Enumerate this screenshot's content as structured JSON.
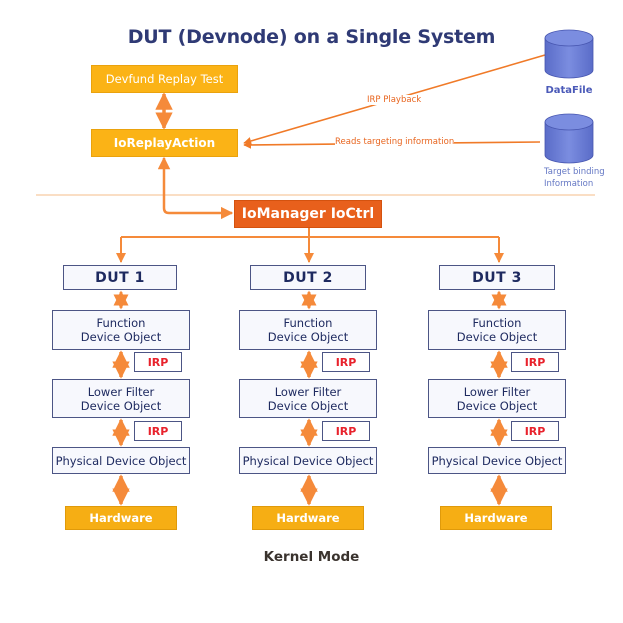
{
  "diagram": {
    "title": "DUT (Devnode) on a Single System",
    "user_mode": {
      "test_box": "Devfund Replay Test",
      "action_box": "IoReplayAction"
    },
    "data_sources": [
      {
        "name": "DataFile",
        "edge_label": "IRP Playback",
        "icon": "database-icon"
      },
      {
        "name": "Target binding\nInformation",
        "name_line1": "Target binding",
        "name_line2": "Information",
        "edge_label": "Reads targeting information",
        "icon": "database-icon"
      }
    ],
    "manager_box": "IoManager IoCtrl",
    "duts": [
      {
        "name": "DUT 1",
        "fdo_line1": "Function",
        "fdo_line2": "Device Object",
        "irp1": "IRP",
        "lf_line1": "Lower Filter",
        "lf_line2": "Device Object",
        "irp2": "IRP",
        "pdo": "Physical Device Object",
        "hardware": "Hardware"
      },
      {
        "name": "DUT 2",
        "fdo_line1": "Function",
        "fdo_line2": "Device Object",
        "irp1": "IRP",
        "lf_line1": "Lower Filter",
        "lf_line2": "Device Object",
        "irp2": "IRP",
        "pdo": "Physical Device Object",
        "hardware": "Hardware"
      },
      {
        "name": "DUT 3",
        "fdo_line1": "Function",
        "fdo_line2": "Device Object",
        "irp1": "IRP",
        "lf_line1": "Lower Filter",
        "lf_line2": "Device Object",
        "irp2": "IRP",
        "pdo": "Physical Device Object",
        "hardware": "Hardware"
      }
    ],
    "footer": "Kernel Mode",
    "colors": {
      "title": "#2f3a75",
      "accent_orange": "#e8601c",
      "arrow_orange": "#f58a3a",
      "box_yellow": "#fbb316",
      "irp_red": "#e8222c",
      "database_blue": "#6b7dd6"
    }
  }
}
